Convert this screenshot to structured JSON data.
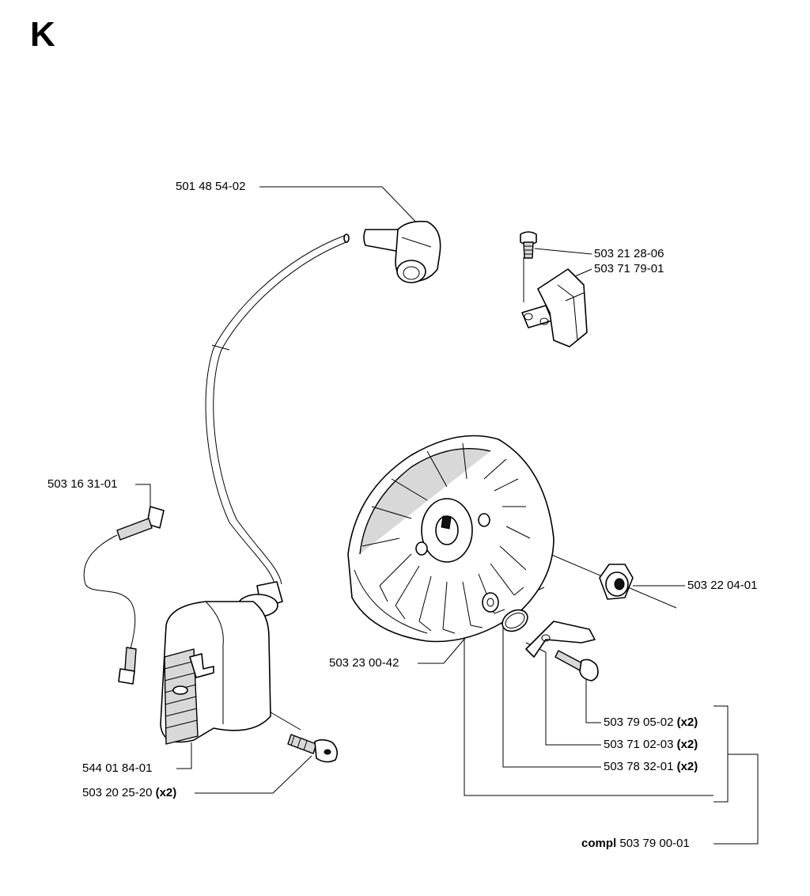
{
  "section": "K",
  "labels": {
    "spark_plug_cap": "501 48 54-02",
    "screw_top": "503 21 28-06",
    "ignition_bracket": "503 71 79-01",
    "cable_terminal": "503 16 31-01",
    "nut": "503 22 04-01",
    "washer": "503 23 00-42",
    "screw_pawl": {
      "part": "503 79 05-02",
      "qty": "(x2)"
    },
    "pawl": {
      "part": "503 71 02-03",
      "qty": "(x2)"
    },
    "spring": {
      "part": "503 78 32-01",
      "qty": "(x2)"
    },
    "ignition_module": "544 01 84-01",
    "module_screw": {
      "part": "503 20 25-20",
      "qty": "(x2)"
    },
    "flywheel_complete": {
      "prefix": "compl",
      "part": "503 79 00-01"
    }
  }
}
